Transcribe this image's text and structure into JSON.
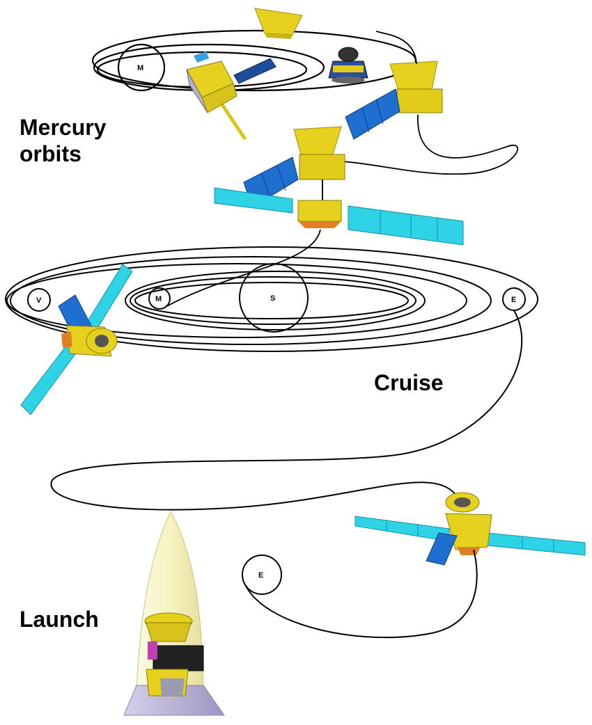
{
  "phases": {
    "mercury_orbits_line1": "Mercury",
    "mercury_orbits_line2": "orbits",
    "cruise": "Cruise",
    "launch": "Launch"
  },
  "bodies": {
    "mercury_top": "M",
    "venus": "V",
    "mercury_cruise": "M",
    "sun": "S",
    "earth_cruise": "E",
    "earth_launch": "E"
  },
  "colors": {
    "spacecraft_body": "#e6d21e",
    "solar_panel_blue": "#1e6fd0",
    "solar_panel_cyan": "#2fd3e6",
    "orbit_line": "#000000",
    "fairing": "#f4f2c4",
    "adapter": "#b9b3d6"
  }
}
